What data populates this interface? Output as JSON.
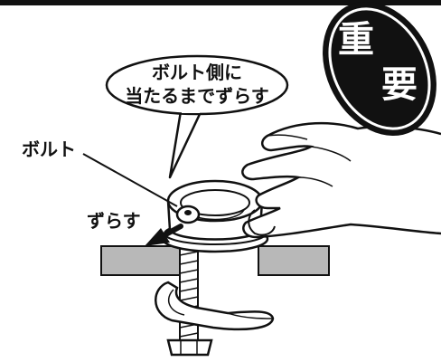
{
  "badge": {
    "line1": "重",
    "line2": "要",
    "color": "#111111"
  },
  "callout": {
    "line1": "ボルト側に",
    "line2": "当たるまでずらす"
  },
  "labels": {
    "bolt": "ボルト",
    "slide": "ずらす"
  },
  "colors": {
    "ink": "#111111",
    "table": "#b8b8b8",
    "background": "#ffffff"
  }
}
